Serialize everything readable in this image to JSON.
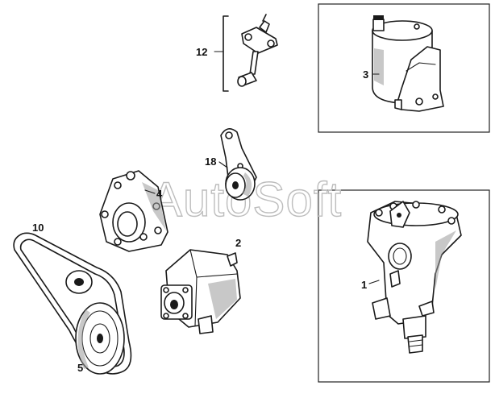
{
  "watermark": "AutoSoft",
  "callouts": [
    {
      "id": "12",
      "label": "12"
    },
    {
      "id": "3",
      "label": "3"
    },
    {
      "id": "18",
      "label": "18"
    },
    {
      "id": "4",
      "label": "4"
    },
    {
      "id": "2",
      "label": "2"
    },
    {
      "id": "10",
      "label": "10"
    },
    {
      "id": "1",
      "label": "1"
    },
    {
      "id": "5",
      "label": "5"
    }
  ]
}
